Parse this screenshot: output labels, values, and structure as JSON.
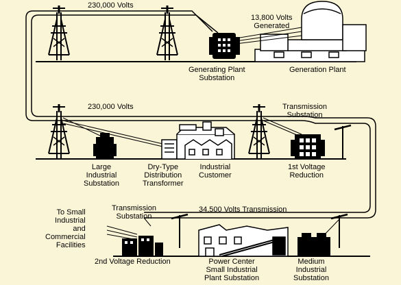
{
  "diagram": {
    "colors": {
      "background": "#fbf5d7",
      "line": "#000000",
      "fill": "#ffffff",
      "dark": "#000000"
    },
    "labels": {
      "top_voltage": "230,000 Volts",
      "generated_voltage": "13,800 Volts\nGenerated",
      "generating_substation": "Generating Plant\nSubstation",
      "generation_plant": "Generation Plant",
      "mid_voltage": "230,000 Volts",
      "transmission_substation_1": "Transmission\nSubstation",
      "large_industrial": "Large\nIndustrial\nSubstation",
      "dry_type": "Dry-Type\nDistribution\nTransformer",
      "industrial_customer": "Industrial\nCustomer",
      "first_reduction": "1st Voltage\nReduction",
      "small_facilities": "To Small\nIndustrial\nand\nCommercial\nFacilities",
      "transmission_substation_2": "Transmission\nSubstation",
      "transmission_34500": "34,500 Volts Transmission",
      "second_reduction": "2nd Voltage Reduction",
      "power_center": "Power Center\nSmall Industrial\nPlant Substation",
      "medium_industrial": "Medium\nIndustrial\nSubstation"
    }
  }
}
